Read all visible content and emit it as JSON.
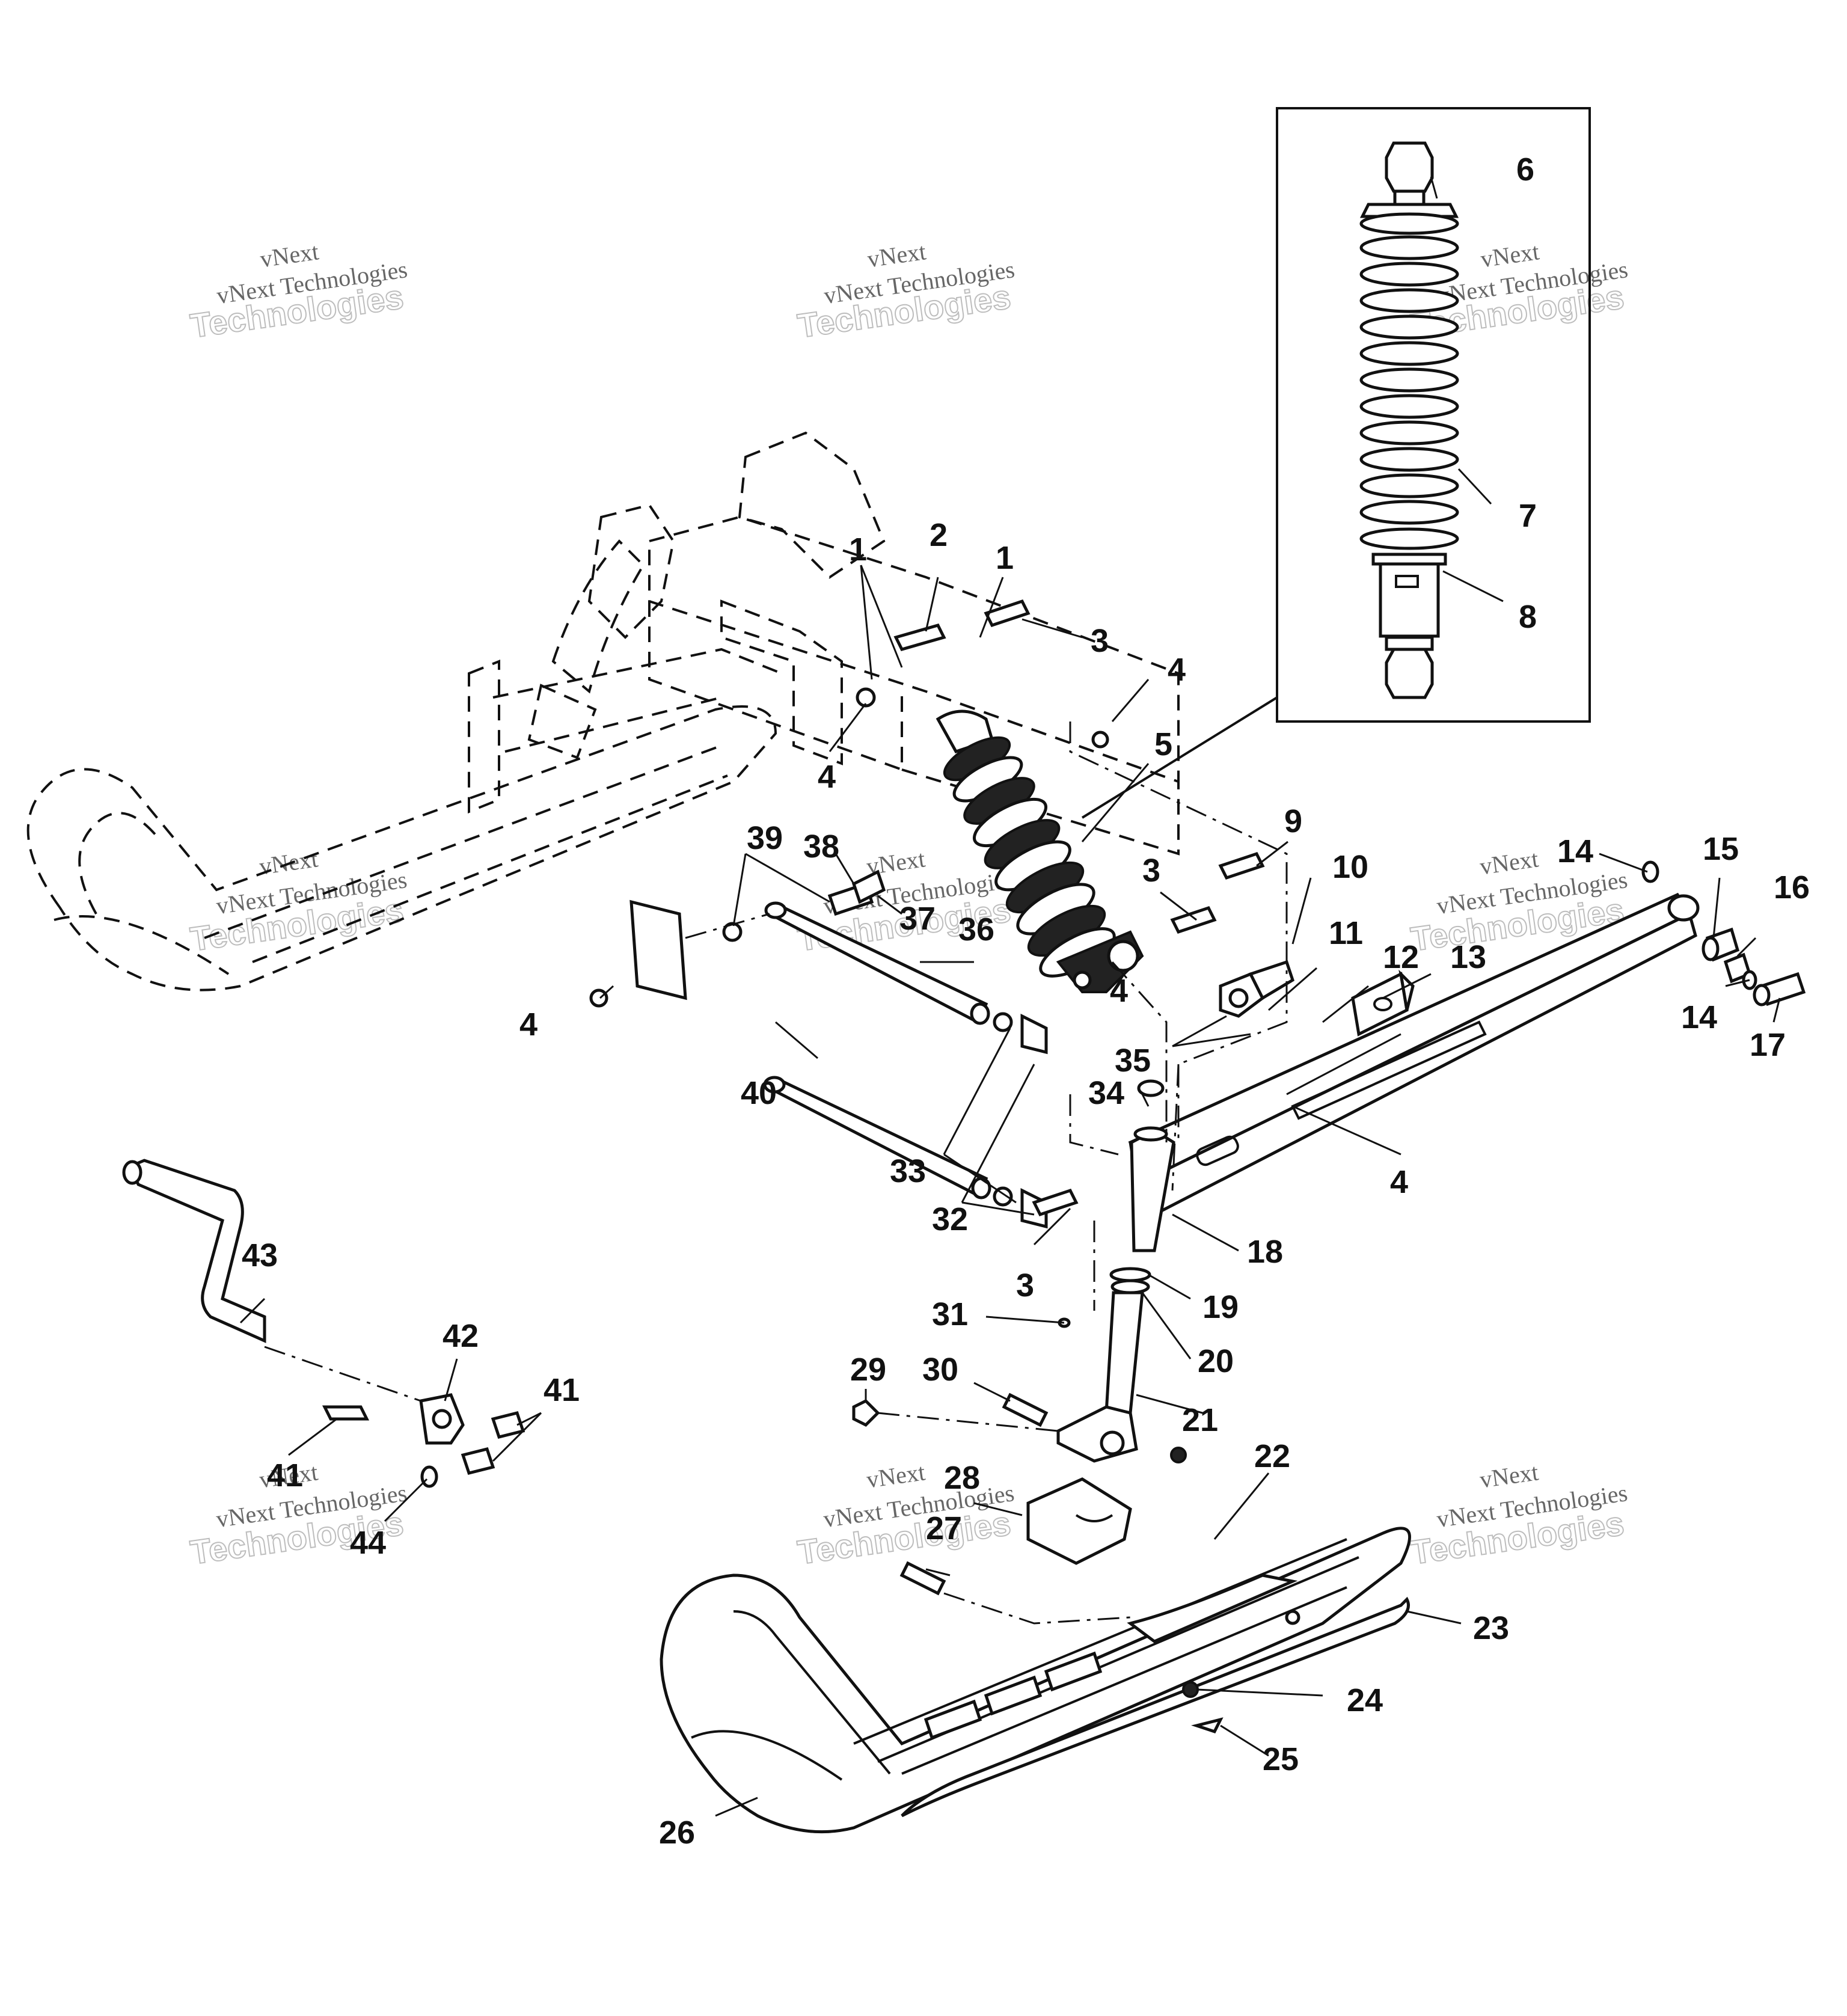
{
  "watermark": {
    "line1": "vNext",
    "line2": "vNext Technologies",
    "line3": "Technologies"
  },
  "callouts": [
    {
      "id": "c1",
      "text": "1"
    },
    {
      "id": "c2",
      "text": "2"
    },
    {
      "id": "c1b",
      "text": "1"
    },
    {
      "id": "c3a",
      "text": "3"
    },
    {
      "id": "c4a",
      "text": "4"
    },
    {
      "id": "c4b",
      "text": "4"
    },
    {
      "id": "c5",
      "text": "5"
    },
    {
      "id": "c6",
      "text": "6"
    },
    {
      "id": "c7",
      "text": "7"
    },
    {
      "id": "c8",
      "text": "8"
    },
    {
      "id": "c9",
      "text": "9"
    },
    {
      "id": "c3b",
      "text": "3"
    },
    {
      "id": "c10",
      "text": "10"
    },
    {
      "id": "c11",
      "text": "11"
    },
    {
      "id": "c12",
      "text": "12"
    },
    {
      "id": "c13",
      "text": "13"
    },
    {
      "id": "c14a",
      "text": "14"
    },
    {
      "id": "c15",
      "text": "15"
    },
    {
      "id": "c16",
      "text": "16"
    },
    {
      "id": "c14b",
      "text": "14"
    },
    {
      "id": "c17",
      "text": "17"
    },
    {
      "id": "c39",
      "text": "39"
    },
    {
      "id": "c38",
      "text": "38"
    },
    {
      "id": "c37",
      "text": "37"
    },
    {
      "id": "c36",
      "text": "36"
    },
    {
      "id": "c4c",
      "text": "4"
    },
    {
      "id": "c4d",
      "text": "4"
    },
    {
      "id": "c35",
      "text": "35"
    },
    {
      "id": "c34",
      "text": "34"
    },
    {
      "id": "c40",
      "text": "40"
    },
    {
      "id": "c4e",
      "text": "4"
    },
    {
      "id": "c33",
      "text": "33"
    },
    {
      "id": "c32",
      "text": "32"
    },
    {
      "id": "c3c",
      "text": "3"
    },
    {
      "id": "c18",
      "text": "18"
    },
    {
      "id": "c19",
      "text": "19"
    },
    {
      "id": "c20",
      "text": "20"
    },
    {
      "id": "c31",
      "text": "31"
    },
    {
      "id": "c43",
      "text": "43"
    },
    {
      "id": "c42",
      "text": "42"
    },
    {
      "id": "c41a",
      "text": "41"
    },
    {
      "id": "c41b",
      "text": "41"
    },
    {
      "id": "c44",
      "text": "44"
    },
    {
      "id": "c29",
      "text": "29"
    },
    {
      "id": "c30",
      "text": "30"
    },
    {
      "id": "c21",
      "text": "21"
    },
    {
      "id": "c22",
      "text": "22"
    },
    {
      "id": "c28",
      "text": "28"
    },
    {
      "id": "c27",
      "text": "27"
    },
    {
      "id": "c23",
      "text": "23"
    },
    {
      "id": "c24",
      "text": "24"
    },
    {
      "id": "c25",
      "text": "25"
    },
    {
      "id": "c26",
      "text": "26"
    }
  ]
}
